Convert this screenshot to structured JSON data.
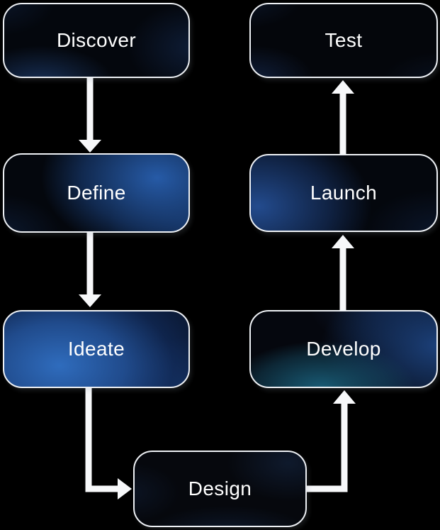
{
  "diagram": {
    "type": "flowchart",
    "nodes": {
      "discover": {
        "label": "Discover"
      },
      "define": {
        "label": "Define"
      },
      "ideate": {
        "label": "Ideate"
      },
      "design": {
        "label": "Design"
      },
      "develop": {
        "label": "Develop"
      },
      "launch": {
        "label": "Launch"
      },
      "test": {
        "label": "Test"
      }
    },
    "edges": [
      {
        "from": "discover",
        "to": "define"
      },
      {
        "from": "define",
        "to": "ideate"
      },
      {
        "from": "ideate",
        "to": "design"
      },
      {
        "from": "design",
        "to": "develop"
      },
      {
        "from": "develop",
        "to": "launch"
      },
      {
        "from": "launch",
        "to": "test"
      }
    ]
  },
  "colors": {
    "background": "#000000",
    "connector": "#f7f8fa",
    "node_border": "#eef1f5",
    "node_base": "#04070d",
    "text": "#ffffff",
    "accent_blue_bright": "#2f6cbd",
    "accent_blue_mid": "#1d4787",
    "accent_teal": "#1b6480"
  }
}
